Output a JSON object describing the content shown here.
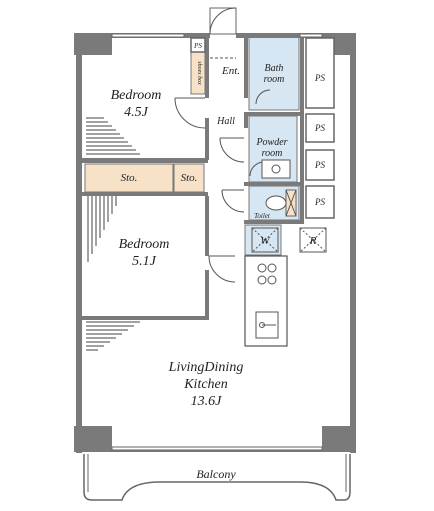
{
  "rooms": {
    "bedroom1": {
      "name": "Bedroom",
      "size": "4.5J"
    },
    "bedroom2": {
      "name": "Bedroom",
      "size": "5.1J"
    },
    "ldk": {
      "name": "LivingDining",
      "name2": "Kitchen",
      "size": "13.6J"
    },
    "bath": {
      "name": "Bath",
      "name2": "room"
    },
    "powder": {
      "name": "Powder",
      "name2": "room"
    },
    "toilet": {
      "name": "Toilet"
    },
    "hall": {
      "name": "Hall"
    },
    "entrance": {
      "name": "Ent."
    },
    "shoe_box": {
      "name": "shoes box"
    },
    "storage1": {
      "name": "Sto."
    },
    "storage2": {
      "name": "Sto."
    },
    "balcony": {
      "name": "Balcony"
    }
  },
  "fixtures": {
    "ps": "PS",
    "washer": "W",
    "fridge": "R"
  },
  "colors": {
    "wall": "#7a7a7a",
    "wet_area": "#d6e6f2",
    "storage": "#f7e2c8"
  }
}
